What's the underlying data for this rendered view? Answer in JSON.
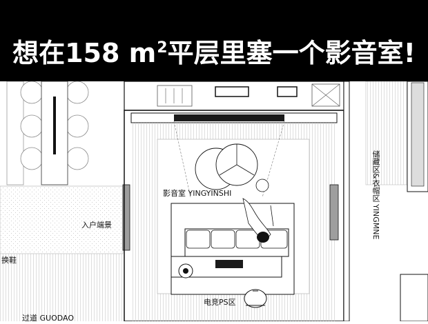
{
  "banner": {
    "title_main": "想在158 m",
    "title_sup": "2",
    "title_rest": "平层里塞一个影音室!",
    "background": "#000000",
    "text_color": "#ffffff"
  },
  "labels": {
    "media_room": "影音室 YINGYINSHI",
    "entry_scene": "入户端景",
    "shoe_change": "换鞋",
    "storage_cloak": "储藏区&衣帽区 YINGMNE",
    "esports_ps": "电竞PS区",
    "corridor": "过道 GUODAO"
  },
  "colors": {
    "line": "#111111",
    "hatch": "#bdbdbd",
    "dark_block": "#1a1a1a",
    "grey_panel": "#9e9e9e"
  }
}
